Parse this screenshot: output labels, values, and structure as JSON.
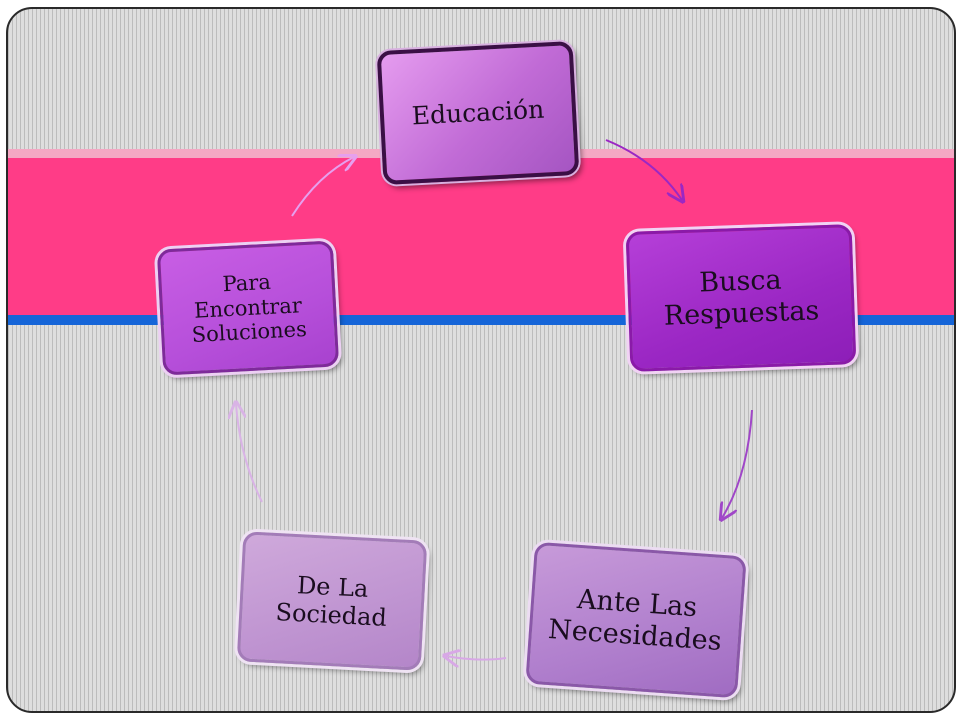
{
  "diagram": {
    "type": "cycle",
    "nodes": [
      {
        "id": "educacion",
        "lines": [
          "Educación"
        ]
      },
      {
        "id": "busca",
        "lines": [
          "Busca",
          "Respuestas"
        ]
      },
      {
        "id": "ante",
        "lines": [
          "Ante Las",
          "Necesidades"
        ]
      },
      {
        "id": "sociedad",
        "lines": [
          "De La",
          "Sociedad"
        ]
      },
      {
        "id": "encontrar",
        "lines": [
          "Para Encontrar",
          "Soluciones"
        ]
      }
    ],
    "edges": [
      {
        "from": "educacion",
        "to": "busca"
      },
      {
        "from": "busca",
        "to": "ante"
      },
      {
        "from": "ante",
        "to": "sociedad"
      },
      {
        "from": "sociedad",
        "to": "encontrar"
      },
      {
        "from": "encontrar",
        "to": "educacion"
      }
    ]
  },
  "colors": {
    "background_stripes": "#d3d3d3",
    "band_pink": "#ff3c87",
    "band_light_pink": "#f4a8c4",
    "band_blue": "#1565d8",
    "arrow_busca": "#9b27c4",
    "arrow_ante": "#a046c8",
    "arrow_sociedad": "#d8a8e6",
    "arrow_encontrar": "#d9b3e6",
    "arrow_educacion": "#e6a0ee"
  }
}
